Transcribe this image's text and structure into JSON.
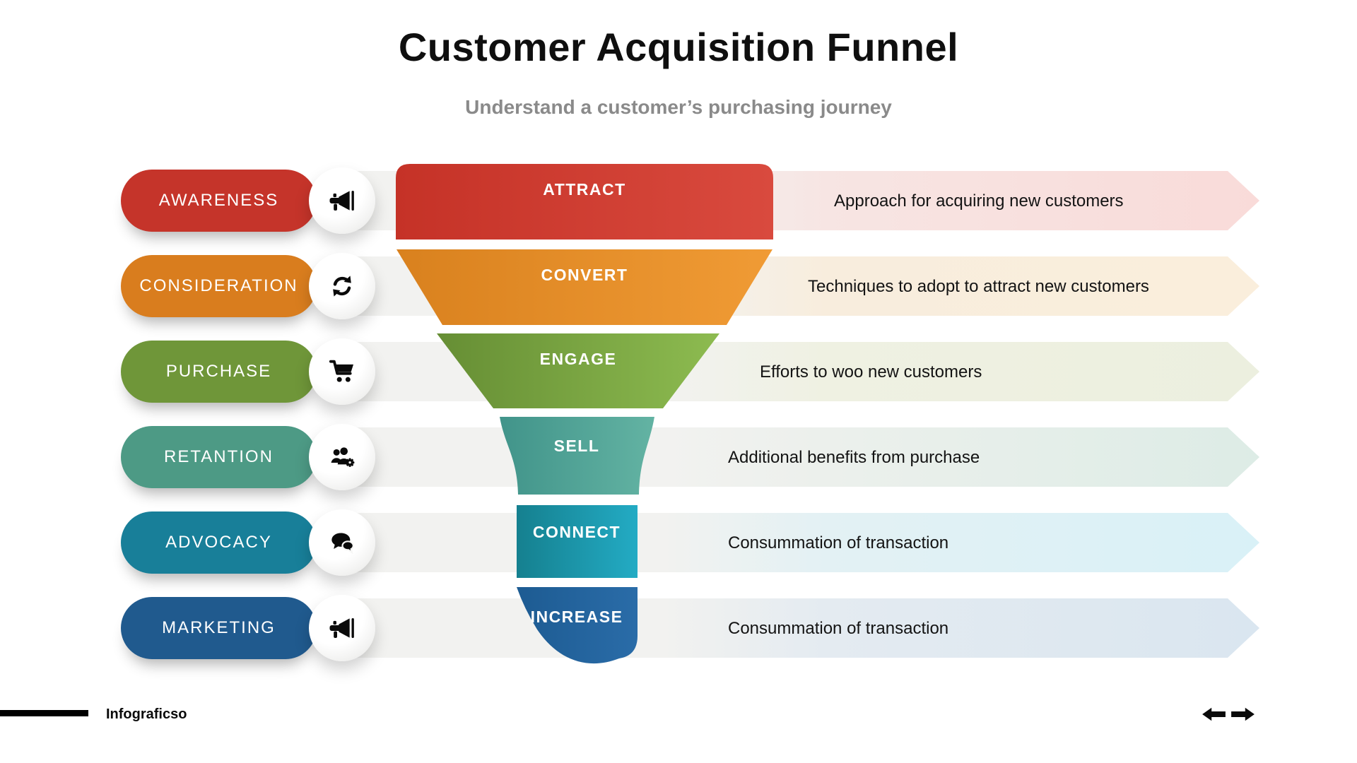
{
  "title": "Customer Acquisition Funnel",
  "subtitle": "Understand a customer’s purchasing journey",
  "rows": [
    {
      "stage": "AWARENESS",
      "icon": "megaphone-icon",
      "funnel_label": "ATTRACT",
      "description": "Approach for acquiring new customers",
      "pill_color": "#c5342a",
      "funnel_colors": [
        "#c53227",
        "#d94a3e"
      ],
      "band_tints": [
        "#f7e5e3",
        "#f9dbd9"
      ]
    },
    {
      "stage": "CONSIDERATION",
      "icon": "sync-icon",
      "funnel_label": "CONVERT",
      "description": "Techniques to adopt to attract new customers",
      "pill_color": "#d97d1e",
      "funnel_colors": [
        "#d9811e",
        "#f09b35"
      ],
      "band_tints": [
        "#f8eddd",
        "#faeedc"
      ]
    },
    {
      "stage": "PURCHASE",
      "icon": "cart-icon",
      "funnel_label": "ENGAGE",
      "description": "Efforts to woo new customers",
      "pill_color": "#6f9639",
      "funnel_colors": [
        "#668e34",
        "#8dbb50"
      ],
      "band_tints": [
        "#eff1e2",
        "#ecefdf"
      ]
    },
    {
      "stage": "RETANTION",
      "icon": "users-gear-icon",
      "funnel_label": "SELL",
      "description": "Additional benefits from purchase",
      "pill_color": "#4d9a85",
      "funnel_colors": [
        "#41948a",
        "#63b3a3"
      ],
      "band_tints": [
        "#ecf0ec",
        "#ddece6"
      ]
    },
    {
      "stage": "ADVOCACY",
      "icon": "chat-icon",
      "funnel_label": "CONNECT",
      "description": "Consummation of transaction",
      "pill_color": "#187f99",
      "funnel_colors": [
        "#15808f",
        "#23abc4"
      ],
      "band_tints": [
        "#e3f1f4",
        "#d9f1f7"
      ]
    },
    {
      "stage": "MARKETING",
      "icon": "megaphone-icon",
      "funnel_label": "INCREASE",
      "description": "Consummation of transaction",
      "pill_color": "#205a8e",
      "funnel_colors": [
        "#1d5b92",
        "#2a6ca8"
      ],
      "band_tints": [
        "#e4ebf1",
        "#dae6f0"
      ]
    }
  ],
  "footer": {
    "brand": "Infograficso"
  },
  "nav": {
    "prev_icon": "left-arrow-icon",
    "next_icon": "right-arrow-icon"
  }
}
